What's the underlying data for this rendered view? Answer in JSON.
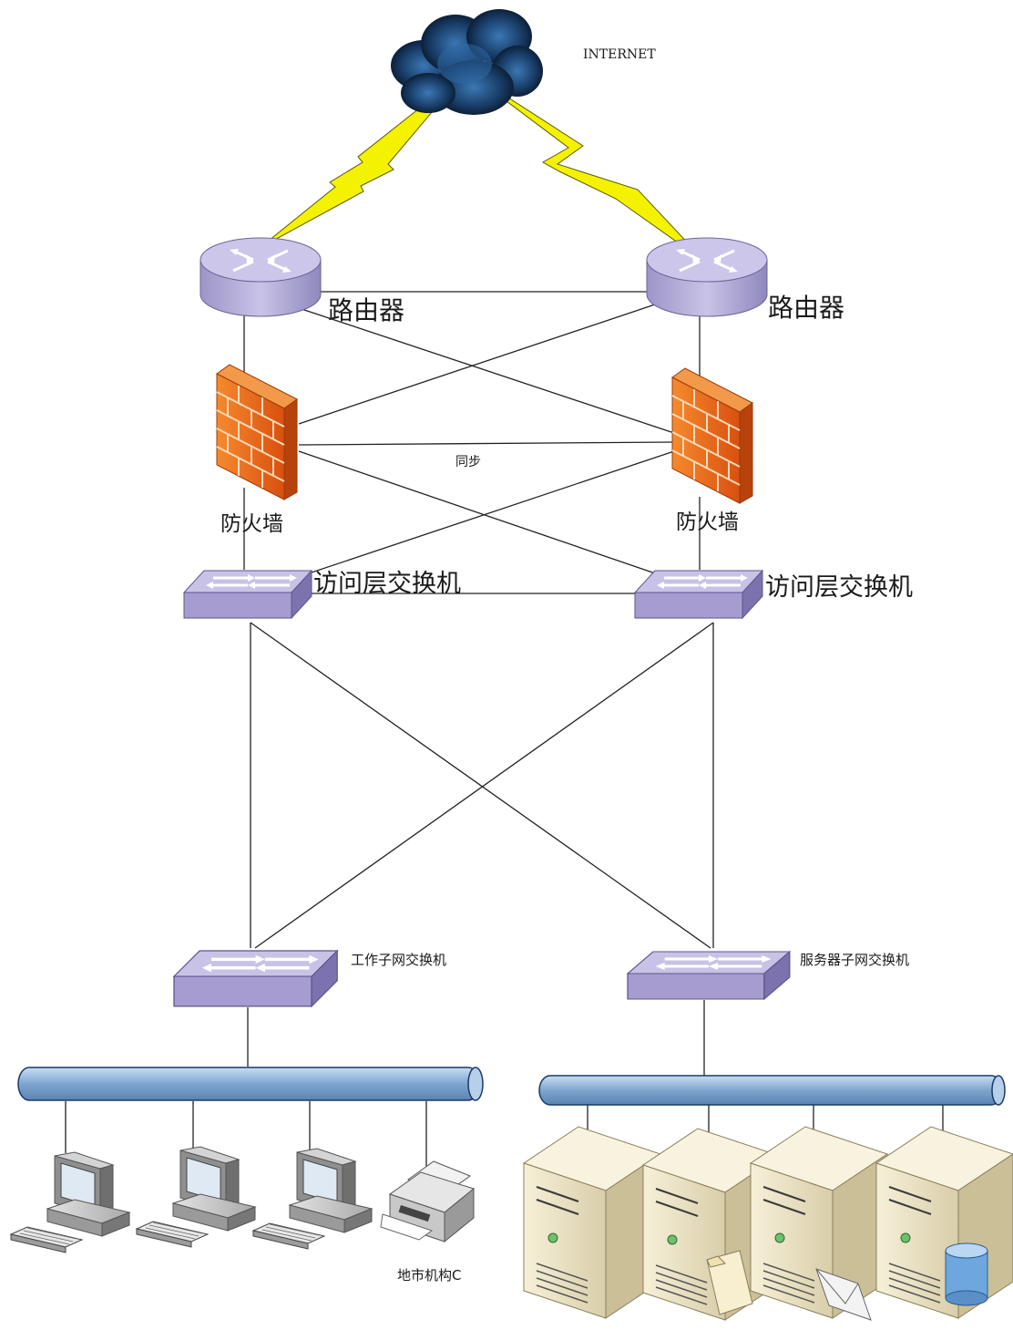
{
  "labels": {
    "internet": "INTERNET",
    "router_left": "路由器",
    "router_right": "路由器",
    "firewall_left": "防火墙",
    "firewall_right": "防火墙",
    "sync": "同步",
    "access_switch_left": "访问层交换机",
    "access_switch_right": "访问层交换机",
    "work_subnet_switch": "工作子网交换机",
    "server_subnet_switch": "服务器子网交换机",
    "branch": "地市机构C"
  },
  "colors": {
    "line": "#222222",
    "lightning": "#f5f200",
    "router": "#b9b3dc",
    "firewall": "#e8641c",
    "switch": "#a79ccf",
    "bus": "#8fb3d8",
    "server": "#efe6c8"
  },
  "icons": {
    "cloud": "storm-cloud-icon",
    "router": "router-icon",
    "firewall": "firewall-icon",
    "switch": "switch-icon",
    "workstation": "computer-icon",
    "printer": "printer-icon",
    "server": "server-icon"
  }
}
